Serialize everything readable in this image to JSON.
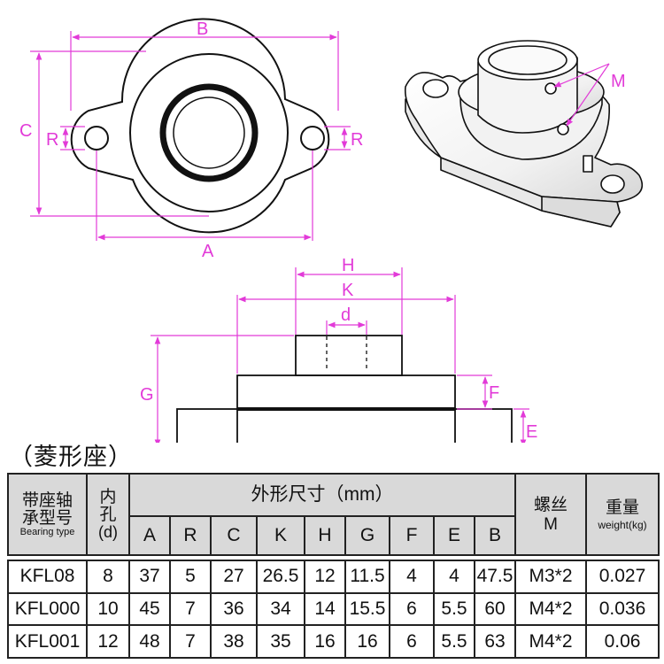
{
  "dimension_labels": {
    "B": "B",
    "C": "C",
    "R_left": "R",
    "R_right": "R",
    "A": "A",
    "M": "M",
    "H": "H",
    "K": "K",
    "d": "d",
    "G": "G",
    "F": "F",
    "E": "E"
  },
  "section_title": "（菱形座）",
  "table": {
    "header": {
      "type_cn_line1": "带座轴",
      "type_cn_line2": "承型号",
      "type_en": "Bearing type",
      "bore_line1": "内",
      "bore_line2": "孔",
      "bore_line3": "(d)",
      "dims_group": "外形尺寸（mm）",
      "thread_cn": "螺丝",
      "thread_en": "M",
      "weight_cn": "重量",
      "weight_en": "weight(kg)",
      "cols": [
        "A",
        "R",
        "C",
        "K",
        "H",
        "G",
        "F",
        "E",
        "B"
      ]
    },
    "rows": [
      {
        "type": "KFL08",
        "d": "8",
        "A": "37",
        "R": "5",
        "C": "27",
        "K": "26.5",
        "H": "12",
        "G": "11.5",
        "F": "4",
        "E": "4",
        "B": "47.5",
        "M": "M3*2",
        "W": "0.027"
      },
      {
        "type": "KFL000",
        "d": "10",
        "A": "45",
        "R": "7",
        "C": "36",
        "K": "34",
        "H": "14",
        "G": "15.5",
        "F": "6",
        "E": "5.5",
        "B": "60",
        "M": "M4*2",
        "W": "0.036"
      },
      {
        "type": "KFL001",
        "d": "12",
        "A": "48",
        "R": "7",
        "C": "38",
        "K": "35",
        "H": "16",
        "G": "16",
        "F": "6",
        "E": "5.5",
        "B": "63",
        "M": "M4*2",
        "W": "0.06"
      }
    ]
  },
  "colors": {
    "dimension": "#e23ad8",
    "outline": "#111111",
    "header_bg": "#d9d9d9"
  }
}
